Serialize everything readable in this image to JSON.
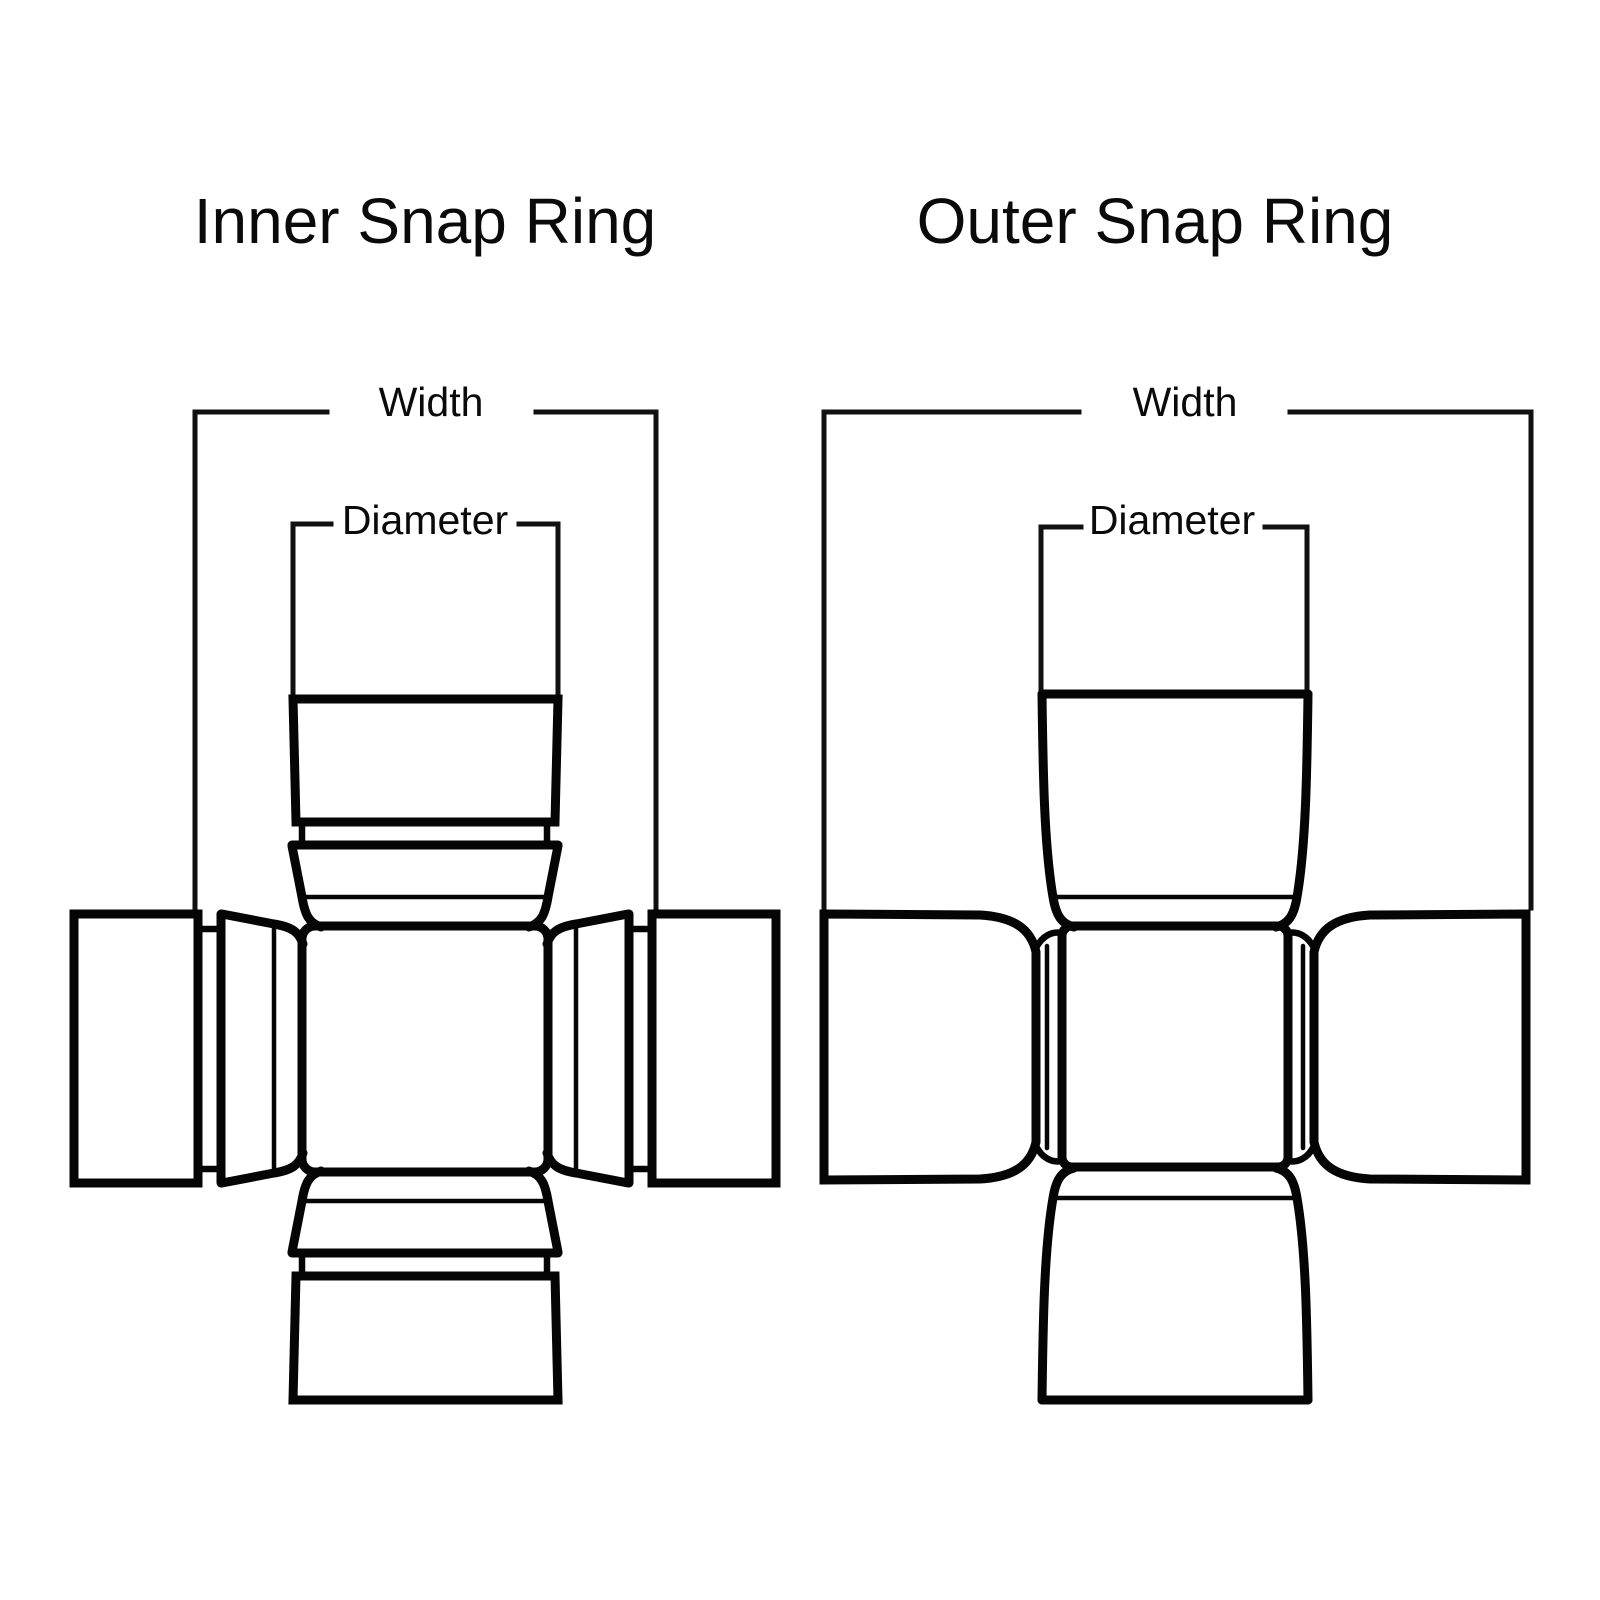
{
  "canvas": {
    "background": "#ffffff",
    "line_color": "#050505"
  },
  "diagrams": [
    {
      "id": "inner-snap-ring",
      "title": "Inner Snap Ring",
      "labels": {
        "width": "Width",
        "diameter": "Diameter"
      }
    },
    {
      "id": "outer-snap-ring",
      "title": "Outer Snap Ring",
      "labels": {
        "width": "Width",
        "diameter": "Diameter"
      }
    }
  ]
}
